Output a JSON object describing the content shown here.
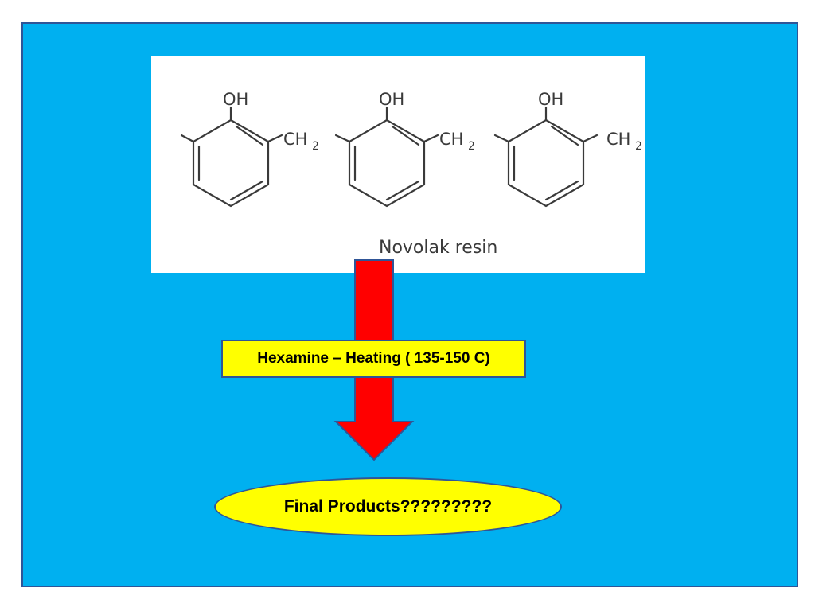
{
  "structure": {
    "group_oh": "OH",
    "group_ch": "CH",
    "group_sub": "2",
    "caption": "Novolak resin"
  },
  "reaction": {
    "condition": "Hexamine – Heating ( 135-150 C)",
    "product": "Final Products?????????"
  },
  "colors": {
    "background": "#00b0f0",
    "border": "#2f5597",
    "arrow": "#ff0000",
    "box_fill": "#ffff00"
  }
}
